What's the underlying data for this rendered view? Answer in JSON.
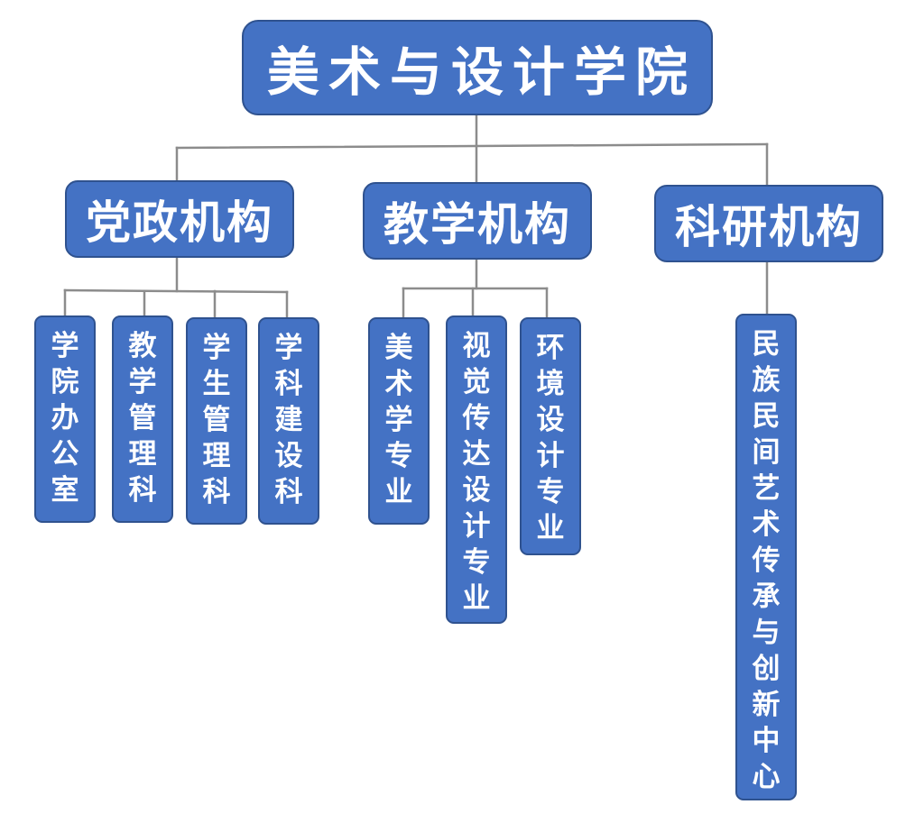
{
  "org": {
    "root": {
      "label": "美术与设计学院"
    },
    "branches": [
      {
        "label": "党政机构",
        "units": [
          "学院办公室",
          "教学管理科",
          "学生管理科",
          "学科建设科"
        ]
      },
      {
        "label": "教学机构",
        "units": [
          "美术学专业",
          "视觉传达设计专业",
          "环境设计专业"
        ]
      },
      {
        "label": "科研机构",
        "units": [
          "民族民间艺术传承与创新中心"
        ]
      }
    ]
  },
  "colors": {
    "box_fill": "#4472C4",
    "box_border": "#2F528F",
    "connector": "#8C8C8C",
    "text": "#FFFFFF"
  }
}
